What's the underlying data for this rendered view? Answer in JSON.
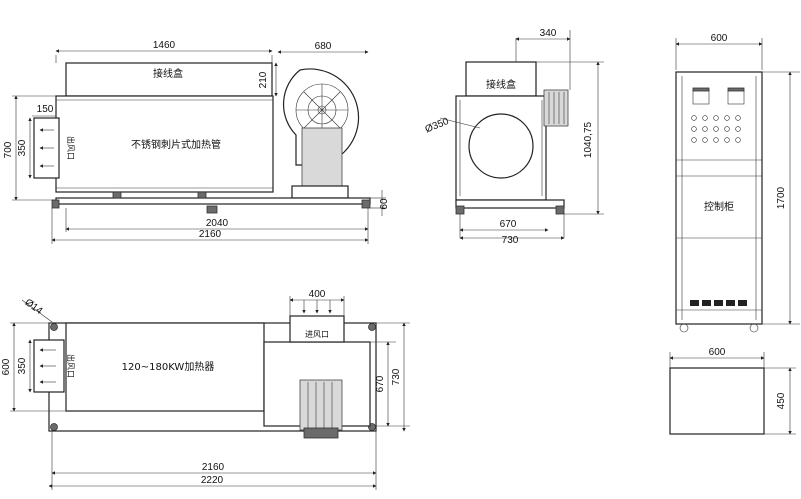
{
  "views": {
    "front": {
      "box_label": "接线盒",
      "heater_label": "不锈钢刺片式加热管",
      "outlet_label": "出风口",
      "dims": {
        "total_length": "1460",
        "fan_width": "680",
        "box_height": "210",
        "outlet_offset": "150",
        "height": "700",
        "outlet_height": "350",
        "base_height": "60",
        "inner_length": "2040",
        "overall_length": "2160"
      }
    },
    "side": {
      "box_label": "接线盒",
      "dims": {
        "top_width": "340",
        "fan_diameter": "Ø350",
        "height": "1040,75",
        "inner_width": "670",
        "overall_width": "730"
      }
    },
    "cabinet": {
      "label": "控制柜",
      "dims": {
        "width": "600",
        "height": "1700",
        "plan_width": "600",
        "plan_depth": "450"
      }
    },
    "top": {
      "heater_label": "120~180KW加热器",
      "inlet_label": "进风口",
      "outlet_label": "出风口",
      "dims": {
        "hole": "Ø14",
        "inlet_width": "400",
        "width": "600",
        "outlet_width": "350",
        "inner_depth": "670",
        "overall_depth": "730",
        "inner_length": "2160",
        "overall_length": "2220"
      }
    }
  }
}
